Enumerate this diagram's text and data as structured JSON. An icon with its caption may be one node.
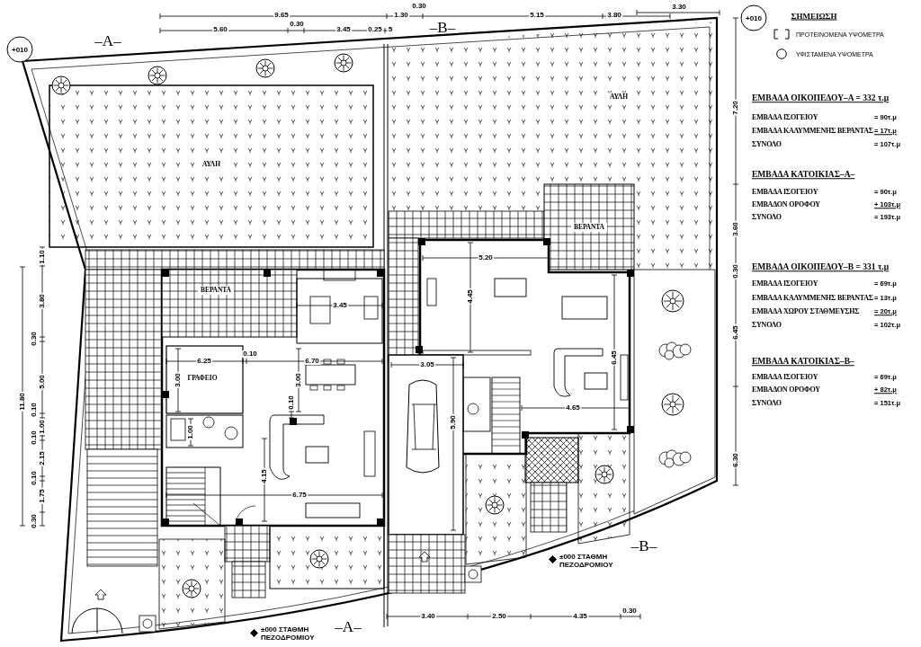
{
  "diagram": {
    "nodes": [
      {
        "text": [
          "+010"
        ]
      },
      {
        "text": [
          "+010"
        ]
      },
      {
        "text": [
          "ΑΥΛΗ"
        ]
      },
      {
        "text": [
          "ΑΥΛΗ"
        ]
      },
      {
        "text": [
          "ΒΕΡΑΝΤΑ"
        ]
      },
      {
        "text": [
          "ΒΕΡΑΝΤΑ"
        ]
      },
      {
        "text": [
          "ΓΡΑΦΕΙΟ"
        ]
      }
    ],
    "labels": [
      "0.30",
      "3.30",
      "9.65",
      "1.30",
      "5.15",
      "3.80",
      "ΣΗΜΕΙΩΣΗ",
      "0.30",
      "5.60",
      "3.45",
      "0.25",
      "5",
      "–Β–",
      "–Α–",
      "7.20",
      "ΕΜΒΑΔΑ ΟΙΚΟΠΕΔΟΥ–Α = 332 τ.μ",
      "ΕΜΒΑΔΑ ΙΣΟΓΕΙΟΥ",
      "= 90τ.μ",
      "ΕΜΒΑΔΑ ΚΑΛΥΜΜΕΝΗΣ ΒΕΡΑΝΤΑΣ",
      "= 17τ.μ",
      "ΣΥΝΟΛΟ",
      "= 107τ.μ",
      "ΕΜΒΑΔΑ ΚΑΤΟΙΚΙΑΣ–Α–",
      "ΕΜΒΑΔΑ ΙΣΟΓΕΙΟΥ",
      "= 90τ.μ",
      "ΕΜΒΑΔΟΝ ΟΡΟΦΟΥ",
      "+ 103τ.μ",
      "ΣΥΝΟΛΟ",
      "= 193τ.μ",
      "3.60",
      "0.30",
      "ΕΜΒΑΔΑ ΟΙΚΟΠΕΔΟΥ–Β = 331 τ.μ",
      "ΕΜΒΑΔΑ ΙΣΟΓΕΙΟΥ",
      "= 69τ.μ",
      "ΕΜΒΑΔΑ ΚΑΛΥΜΜΕΝΗΣ ΒΕΡΑΝΤΑΣ",
      "= 13τ.μ",
      "ΕΜΒΑΔΑ ΧΩΡΟΥ ΣΤΑΘΜΕΥΣΗΣ",
      "= 20τ.μ",
      "ΣΥΝΟΛΟ",
      "= 102τ.μ",
      "6.45",
      "ΕΜΒΑΔΑ ΚΑΤΟΙΚΙΑΣ–Β–",
      "ΕΜΒΑΔΑ ΙΣΟΓΕΙΟΥ",
      "= 69τ.μ",
      "ΕΜΒΑΔΟΝ ΟΡΟΦΟΥ",
      "+ 82τ.μ",
      "ΣΥΝΟΛΟ",
      "= 151τ.μ",
      "6.30",
      "1.10",
      "3.80",
      "0.30",
      "5.00",
      "11.80",
      "0.10",
      "1.00",
      "0.10",
      "2.15",
      "0.10",
      "1.75",
      "0.30",
      "3.45",
      "0.10",
      "6.25",
      "6.70",
      "3.00",
      "3.00",
      "0.10",
      "1.00",
      "4.15",
      "6.75",
      "5.20",
      "4.45",
      "6.45",
      "3.05",
      "4.65",
      "5.90",
      "–Β–",
      "±000 ΣΤΑΘΜΗ ΠΕΖΟΔΡΟΜΙΟΥ",
      "0.30",
      "3.40",
      "2.50",
      "4.35",
      "–Α–",
      "±000 ΣΤΑΘΜΗ ΠΕΖΟΔΡΟΜΙΟΥ"
    ],
    "legend": [
      {
        "text": "ΠΡΟΤΕΙΝΟΜΕΝΑ ΥΨΟΜΕΤΡΑ"
      },
      {
        "text": "ΥΦΙΣΤΑΜΕΝΑ ΥΨΟΜΕΤΡΑ"
      }
    ]
  }
}
